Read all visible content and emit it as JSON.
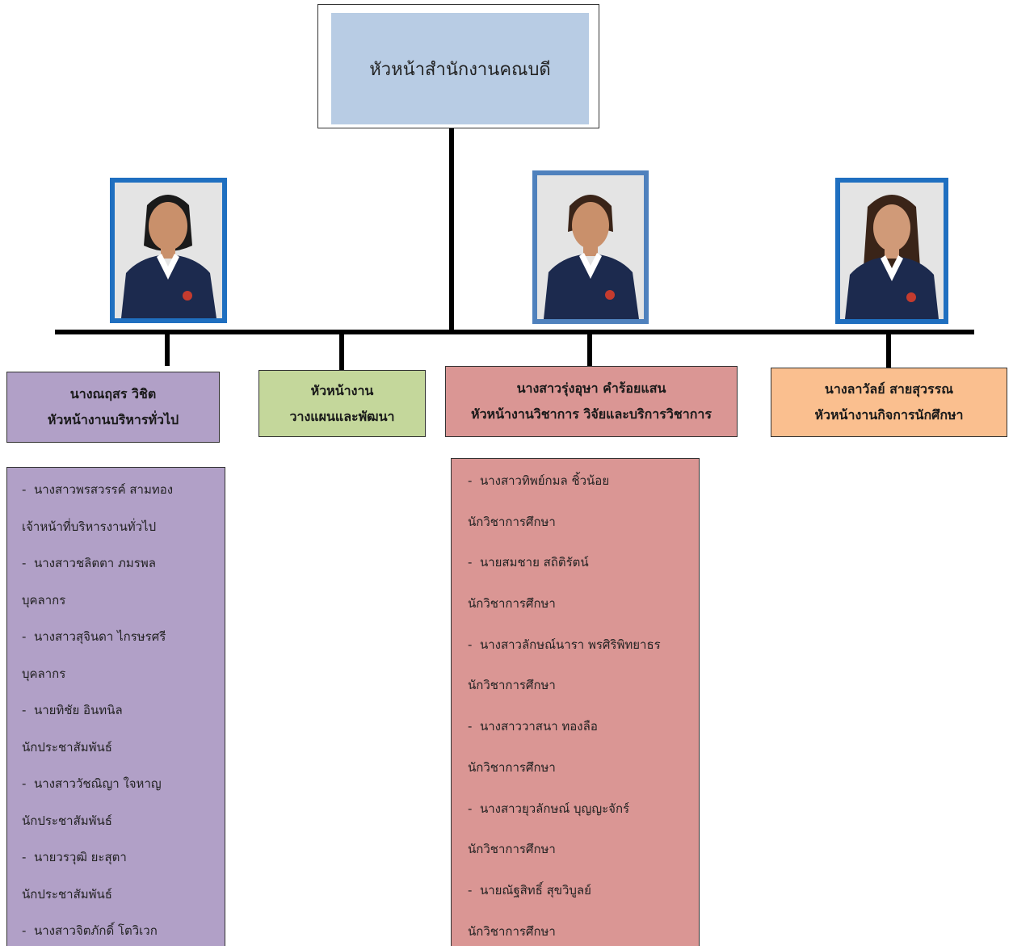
{
  "head": {
    "title": "หัวหน้าสำนักงานคณบดี"
  },
  "units": [
    {
      "line1": "นางณฤสร  วิชิต",
      "line2": "หัวหน้างานบริหารทั่วไป",
      "color": "#b1a0c7"
    },
    {
      "line1": "หัวหน้างาน",
      "line2": "วางแผนและพัฒนา",
      "color": "#c4d79b"
    },
    {
      "line1": "นางสาวรุ่งอุษา คำร้อยแสน",
      "line2": "หัวหน้างานวิชาการ วิจัยและบริการวิชาการ",
      "color": "#da9694"
    },
    {
      "line1": "นางลาวัลย์  สายสุวรรณ",
      "line2": "หัวหน้างานกิจการนักศึกษา",
      "color": "#fabf8f"
    }
  ],
  "photos": [
    {
      "frame_color": "#1f6fc0",
      "jacket_color": "#1c2a4e",
      "hair_color": "#1a1a1a"
    },
    {
      "frame_color": "#4f81bd",
      "jacket_color": "#1c2a4e",
      "hair_color": "#3a2418"
    },
    {
      "frame_color": "#1f6fc0",
      "jacket_color": "#1c2a4e",
      "hair_color": "#3a2418"
    }
  ],
  "staff_admin": [
    {
      "name": "นางสาวพรสวรรค์  สามทอง",
      "role": "เจ้าหน้าที่บริหารงานทั่วไป"
    },
    {
      "name": "นางสาวชลิตตา  ภมรพล",
      "role": "บุคลากร"
    },
    {
      "name": "นางสาวสุจินดา  ไกรษรศรี",
      "role": "บุคลากร"
    },
    {
      "name": "นายทิชัย  อินทนิล",
      "role": "นักประชาสัมพันธ์"
    },
    {
      "name": "นางสาววัชณิญา  ใจหาญ",
      "role": "นักประชาสัมพันธ์"
    },
    {
      "name": "นายวรวุฒิ  ยะสุตา",
      "role": "นักประชาสัมพันธ์"
    },
    {
      "name": "นางสาวจิตภักดิ์  โตวิเวก",
      "role": ""
    }
  ],
  "staff_academic": [
    {
      "name": "นางสาวทิพย์กมล  ชิ้วน้อย",
      "role": "นักวิชาการศึกษา"
    },
    {
      "name": "นายสมชาย  สถิติรัตน์",
      "role": "นักวิชาการศึกษา"
    },
    {
      "name": "นางสาวลักษณ์นารา  พรศิริพิทยาธร",
      "role": "นักวิชาการศึกษา"
    },
    {
      "name": "นางสาววาสนา  ทองลือ",
      "role": "นักวิชาการศึกษา"
    },
    {
      "name": "นางสาวยุวลักษณ์  บุญญะจักร์",
      "role": "นักวิชาการศึกษา"
    },
    {
      "name": "นายณัฐสิทธิ์  สุขวิบูลย์",
      "role": "นักวิชาการศึกษา"
    }
  ]
}
